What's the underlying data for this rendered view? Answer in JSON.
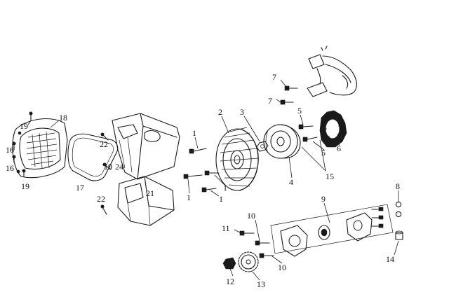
{
  "callouts": {
    "c1a": "1",
    "c1b": "1",
    "c1c": "1",
    "c1d": "1",
    "c2": "2",
    "c3": "3",
    "c4": "4",
    "c5a": "5",
    "c5b": "5",
    "c6": "6",
    "c7a": "7",
    "c7b": "7",
    "c8": "8",
    "c9": "9",
    "c10a": "10",
    "c10b": "10",
    "c11": "11",
    "c12": "12",
    "c13": "13",
    "c14": "14",
    "c15": "15",
    "c16a": "16",
    "c16b": "16",
    "c17": "17",
    "c18": "18",
    "c19a": "19",
    "c19b": "19",
    "c19c": "19",
    "c21": "21",
    "c22a": "22",
    "c22b": "22",
    "c24": "24"
  },
  "colors": {
    "ink": "#1a1a1a",
    "background": "#ffffff"
  }
}
